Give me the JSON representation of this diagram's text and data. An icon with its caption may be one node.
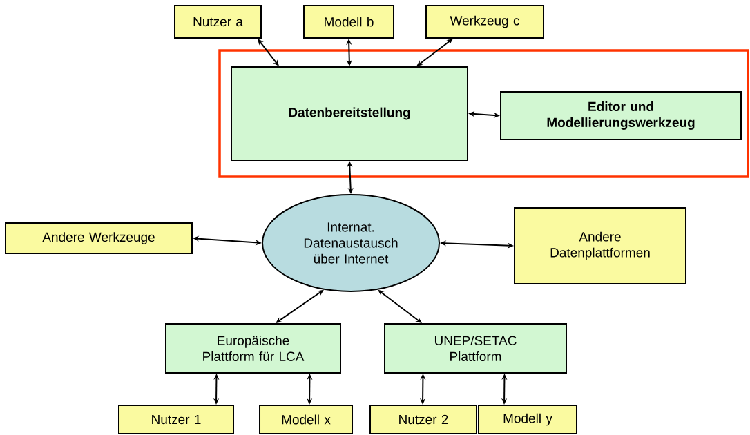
{
  "diagram": {
    "nodes": [
      {
        "text": [
          "Nutzer a"
        ]
      },
      {
        "text": [
          "Modell b"
        ]
      },
      {
        "text": [
          "Werkzeug c"
        ]
      },
      {
        "text": [],
        "shape": "box"
      },
      {
        "text": [
          "Datenbereitstellung"
        ],
        "in": 3
      },
      {
        "text": [
          "Editor und Modellierungswerkzeug"
        ],
        "in": 3
      },
      {
        "text": [
          "Andere Werkzeuge"
        ]
      },
      {
        "text": [
          "Internat. Datenaustausch über Internet"
        ]
      },
      {
        "text": [
          "Andere Datenplattformen"
        ]
      },
      {
        "text": [
          "Europäische Plattform für LCA"
        ]
      },
      {
        "text": [
          "UNEP/SETAC Plattform"
        ]
      },
      {
        "text": [
          "Nutzer 1"
        ]
      },
      {
        "text": [
          "Modell x"
        ]
      },
      {
        "text": [
          "Nutzer 2"
        ]
      },
      {
        "text": [
          "Modell y"
        ]
      }
    ],
    "edges": [
      {
        "from": 0,
        "to": 4,
        "arrow": "both"
      },
      {
        "from": 1,
        "to": 4,
        "arrow": "both"
      },
      {
        "from": 2,
        "to": 4,
        "arrow": "both"
      },
      {
        "from": 4,
        "to": 5,
        "arrow": "both"
      },
      {
        "from": 4,
        "to": 7,
        "arrow": "both"
      },
      {
        "from": 6,
        "to": 7,
        "arrow": "both"
      },
      {
        "from": 7,
        "to": 8,
        "arrow": "both"
      },
      {
        "from": 7,
        "to": 9,
        "arrow": "both"
      },
      {
        "from": 7,
        "to": 10,
        "arrow": "both"
      },
      {
        "from": 9,
        "to": 11,
        "arrow": "both"
      },
      {
        "from": 9,
        "to": 12,
        "arrow": "both"
      },
      {
        "from": 10,
        "to": 13,
        "arrow": "both"
      },
      {
        "from": 10,
        "to": 14,
        "arrow": "both"
      }
    ]
  }
}
